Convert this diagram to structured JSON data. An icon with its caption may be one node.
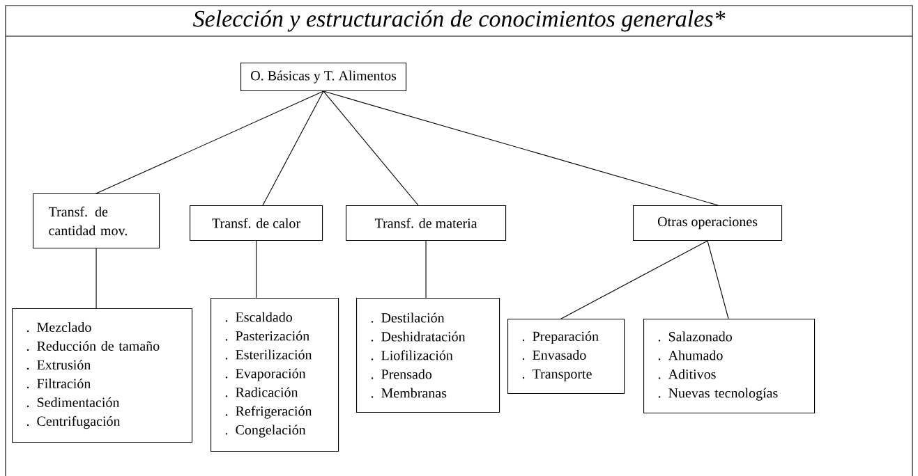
{
  "diagram": {
    "title": "Selección y estructuración de conocimientos generales*",
    "nodes": [
      {
        "text": [
          "O. Básicas y T. Alimentos"
        ]
      },
      {
        "text": [
          "Transf. de cantidad mov."
        ]
      },
      {
        "text": [
          "Transf. de calor"
        ]
      },
      {
        "text": [
          "Transf. de materia"
        ]
      },
      {
        "text": [
          "Otras operaciones"
        ]
      },
      {
        "text": [
          ". Mezclado",
          ". Reducción de tamaño",
          ". Extrusión",
          ". Filtración",
          ". Sedimentación",
          ". Centrifugación"
        ]
      },
      {
        "text": [
          ". Escaldado",
          ". Pasterización",
          ". Esterilización",
          ". Evaporación",
          ". Radicación",
          ". Refrigeración",
          ". Congelación"
        ]
      },
      {
        "text": [
          ". Destilación",
          ". Deshidratación",
          ". Liofilización",
          ". Prensado",
          ". Membranas"
        ]
      },
      {
        "text": [
          ". Preparación",
          ". Envasado",
          ". Transporte"
        ]
      },
      {
        "text": [
          ". Salazonado",
          ". Ahumado",
          ". Aditivos",
          ". Nuevas tecnologías"
        ]
      }
    ],
    "edges": [
      {
        "from": 0,
        "to": 1,
        "arrow": "none"
      },
      {
        "from": 0,
        "to": 2,
        "arrow": "none"
      },
      {
        "from": 0,
        "to": 3,
        "arrow": "none"
      },
      {
        "from": 0,
        "to": 4,
        "arrow": "none"
      },
      {
        "from": 1,
        "to": 5,
        "arrow": "none"
      },
      {
        "from": 2,
        "to": 6,
        "arrow": "none"
      },
      {
        "from": 3,
        "to": 7,
        "arrow": "none"
      },
      {
        "from": 4,
        "to": 8,
        "arrow": "none"
      },
      {
        "from": 4,
        "to": 9,
        "arrow": "none"
      }
    ]
  }
}
